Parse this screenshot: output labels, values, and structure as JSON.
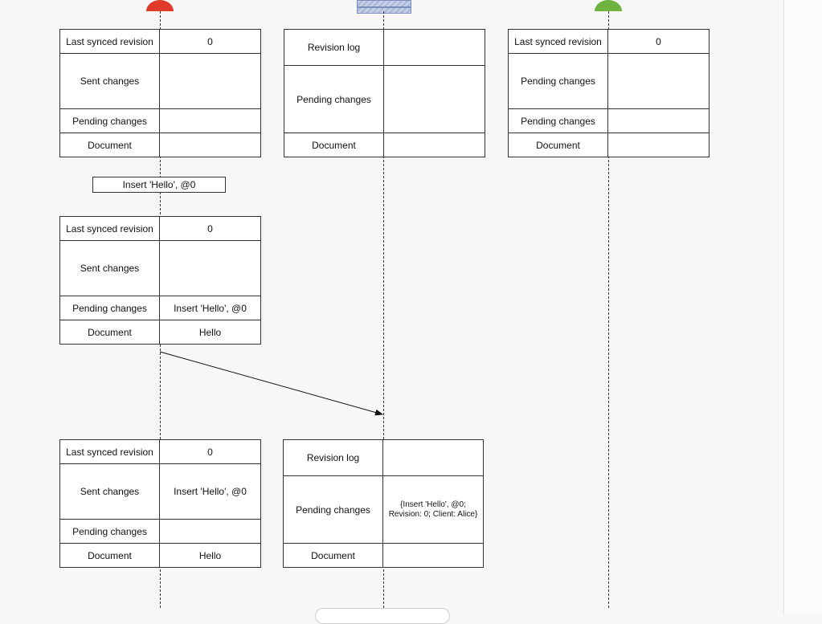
{
  "diagram": {
    "labels": {
      "last_synced": "Last synced revision",
      "sent": "Sent changes",
      "pending": "Pending changes",
      "document": "Document",
      "revision_log": "Revision log"
    },
    "row1": {
      "client_a": {
        "last_synced": "0",
        "sent": "",
        "pending": "",
        "document": ""
      },
      "server": {
        "revision_log": "",
        "pending": "",
        "document": ""
      },
      "client_b": {
        "last_synced": "0",
        "pending1": "",
        "pending2": "",
        "document": ""
      }
    },
    "operation": "Insert 'Hello', @0",
    "row2": {
      "client_a": {
        "last_synced": "0",
        "sent": "",
        "pending": "Insert 'Hello', @0",
        "document": "Hello"
      }
    },
    "row3": {
      "client_a": {
        "last_synced": "0",
        "sent": "Insert 'Hello', @0",
        "pending": "",
        "document": "Hello"
      },
      "server": {
        "revision_log": "",
        "pending_line1": "{Insert 'Hello', @0;",
        "pending_line2": "Revision: 0; Client: Alice}",
        "document": ""
      }
    }
  }
}
